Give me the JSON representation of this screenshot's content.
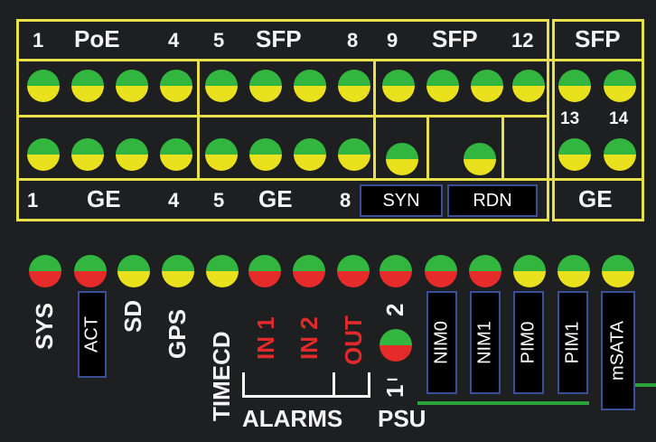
{
  "top_labels": {
    "p1": "1",
    "poe": "PoE",
    "p4": "4",
    "p5": "5",
    "sfp1": "SFP",
    "p8": "8",
    "p9": "9",
    "sfp2": "SFP",
    "p12": "12",
    "sfp3": "SFP",
    "p13": "13",
    "p14": "14"
  },
  "bottom_labels": {
    "g1": "1",
    "ge1": "GE",
    "g4": "4",
    "g5": "5",
    "ge2": "GE",
    "g8": "8",
    "syn": "SYN",
    "rdn": "RDN",
    "ge3": "GE"
  },
  "indicators": {
    "sys": "SYS",
    "act": "ACT",
    "sd": "SD",
    "gps": "GPS",
    "timecd": "TIMECD",
    "in1": "IN 1",
    "in2": "IN 2",
    "out": "OUT",
    "psu2": "2",
    "psu1": "1",
    "alarms": "ALARMS",
    "psu": "PSU",
    "nim0": "NIM0",
    "nim1": "NIM1",
    "pim0": "PIM0",
    "pim1": "PIM1",
    "msata": "mSATA"
  },
  "colors": {
    "frame": "#e8e04a",
    "green": "#33b63f",
    "yellow": "#e9e11e",
    "red": "#e62b2b",
    "label_box_border": "#3a4f96"
  },
  "led_states": {
    "port_leds": "green-yellow",
    "sys": "green-red",
    "act": "green-red",
    "sd": "green-yellow",
    "gps": "green-yellow",
    "timecd": "green-yellow",
    "in1": "green-red",
    "in2": "green-red",
    "out": "green-red",
    "psu2": "green-red",
    "psu1": "green-red",
    "nim0": "green-red",
    "nim1": "green-red",
    "pim0": "green-yellow",
    "pim1": "green-yellow",
    "msata": "green-yellow"
  }
}
